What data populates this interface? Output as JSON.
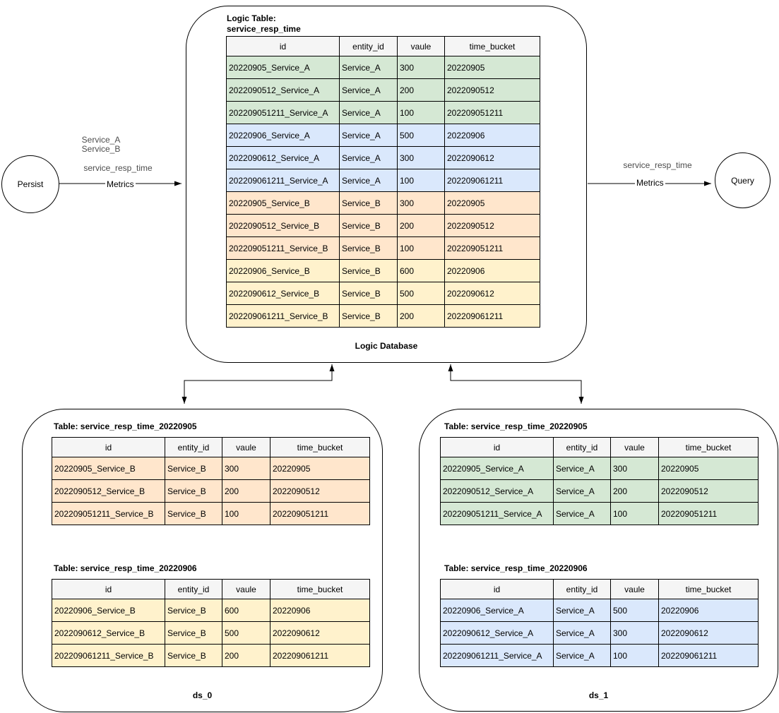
{
  "colors": {
    "row_green": "#d5e8d4",
    "row_blue": "#dae8fc",
    "row_orange": "#ffe6cc",
    "row_yellow": "#fff2cc",
    "header_bg": "#f5f5f5",
    "stroke": "#000000"
  },
  "headers": [
    "id",
    "entity_id",
    "vaule",
    "time_bucket"
  ],
  "persist_node": {
    "label": "Persist"
  },
  "query_node": {
    "label": "Query"
  },
  "persist_edge": {
    "service_a": "Service_A",
    "service_b": "Service_B",
    "metric_name": "service_resp_time",
    "label": "Metrics"
  },
  "query_edge": {
    "metric_name": "service_resp_time",
    "label": "Metrics"
  },
  "logic_db": {
    "title_line1": "Logic Table:",
    "title_line2": "service_resp_time",
    "footer": "Logic Database",
    "table": {
      "rows": [
        {
          "color": "green",
          "cells": [
            "20220905_Service_A",
            "Service_A",
            "300",
            "20220905"
          ]
        },
        {
          "color": "green",
          "cells": [
            "2022090512_Service_A",
            "Service_A",
            "200",
            "2022090512"
          ]
        },
        {
          "color": "green",
          "cells": [
            "202209051211_Service_A",
            "Service_A",
            "100",
            "202209051211"
          ]
        },
        {
          "color": "blue",
          "cells": [
            "20220906_Service_A",
            "Service_A",
            "500",
            "20220906"
          ]
        },
        {
          "color": "blue",
          "cells": [
            "2022090612_Service_A",
            "Service_A",
            "300",
            "2022090612"
          ]
        },
        {
          "color": "blue",
          "cells": [
            "202209061211_Service_A",
            "Service_A",
            "100",
            "202209061211"
          ]
        },
        {
          "color": "orange",
          "cells": [
            "20220905_Service_B",
            "Service_B",
            "300",
            "20220905"
          ]
        },
        {
          "color": "orange",
          "cells": [
            "2022090512_Service_B",
            "Service_B",
            "200",
            "2022090512"
          ]
        },
        {
          "color": "orange",
          "cells": [
            "202209051211_Service_B",
            "Service_B",
            "100",
            "202209051211"
          ]
        },
        {
          "color": "yellow",
          "cells": [
            "20220906_Service_B",
            "Service_B",
            "600",
            "20220906"
          ]
        },
        {
          "color": "yellow",
          "cells": [
            "2022090612_Service_B",
            "Service_B",
            "500",
            "2022090612"
          ]
        },
        {
          "color": "yellow",
          "cells": [
            "202209061211_Service_B",
            "Service_B",
            "200",
            "202209061211"
          ]
        }
      ]
    }
  },
  "ds_0": {
    "footer": "ds_0",
    "tables": [
      {
        "title": "Table: service_resp_time_20220905",
        "row_color": "orange",
        "rows": [
          [
            "20220905_Service_B",
            "Service_B",
            "300",
            "20220905"
          ],
          [
            "2022090512_Service_B",
            "Service_B",
            "200",
            "2022090512"
          ],
          [
            "202209051211_Service_B",
            "Service_B",
            "100",
            "202209051211"
          ]
        ]
      },
      {
        "title": "Table: service_resp_time_20220906",
        "row_color": "yellow",
        "rows": [
          [
            "20220906_Service_B",
            "Service_B",
            "600",
            "20220906"
          ],
          [
            "2022090612_Service_B",
            "Service_B",
            "500",
            "2022090612"
          ],
          [
            "202209061211_Service_B",
            "Service_B",
            "200",
            "202209061211"
          ]
        ]
      }
    ]
  },
  "ds_1": {
    "footer": "ds_1",
    "tables": [
      {
        "title": "Table: service_resp_time_20220905",
        "row_color": "green",
        "rows": [
          [
            "20220905_Service_A",
            "Service_A",
            "300",
            "20220905"
          ],
          [
            "2022090512_Service_A",
            "Service_A",
            "200",
            "2022090512"
          ],
          [
            "202209051211_Service_A",
            "Service_A",
            "100",
            "202209051211"
          ]
        ]
      },
      {
        "title": "Table: service_resp_time_20220906",
        "row_color": "blue",
        "rows": [
          [
            "20220906_Service_A",
            "Service_A",
            "500",
            "20220906"
          ],
          [
            "2022090612_Service_A",
            "Service_A",
            "300",
            "2022090612"
          ],
          [
            "202209061211_Service_A",
            "Service_A",
            "100",
            "202209061211"
          ]
        ]
      }
    ]
  }
}
